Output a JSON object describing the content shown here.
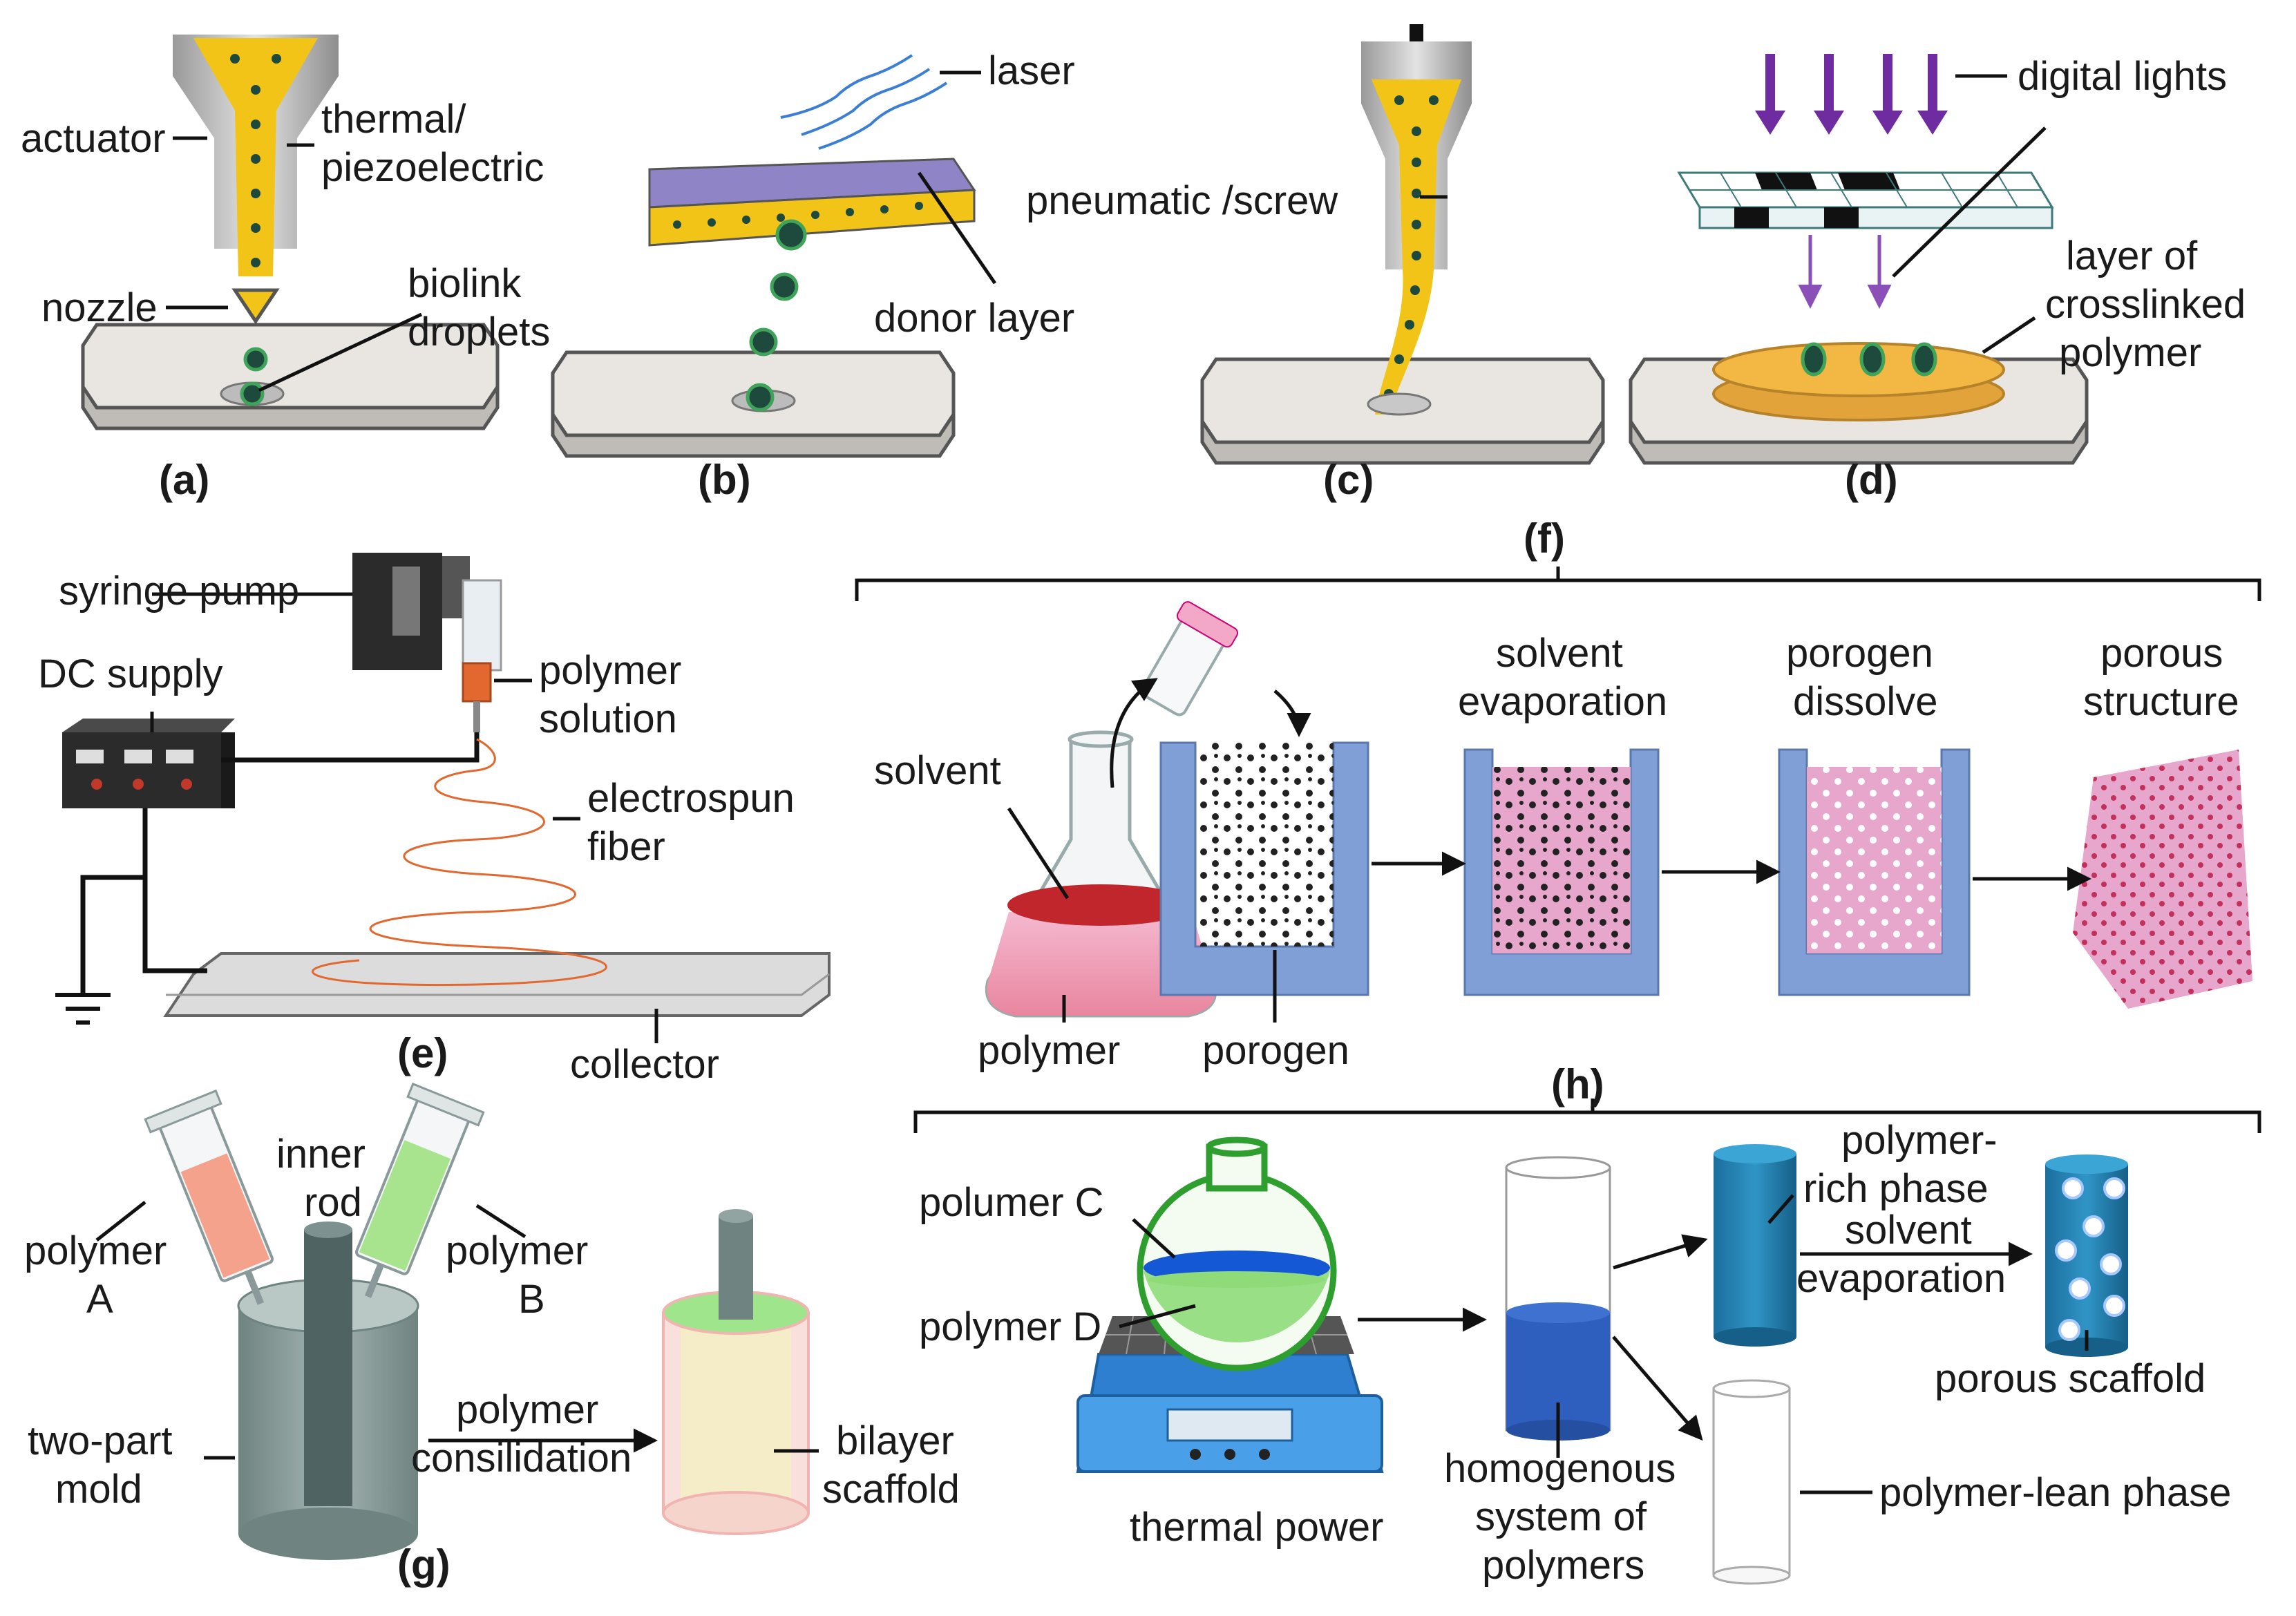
{
  "panels": {
    "a": {
      "tag": "(a)",
      "actuator": "actuator",
      "thermal_1": "thermal/",
      "thermal_2": "piezoelectric",
      "nozzle": "nozzle",
      "biolink_1": "biolink",
      "biolink_2": "droplets"
    },
    "b": {
      "tag": "(b)",
      "laser": "laser",
      "donor": "donor layer"
    },
    "c": {
      "tag": "(c)",
      "pneumatic": "pneumatic /screw"
    },
    "d": {
      "tag": "(d)",
      "digital": "digital lights",
      "layer_1": "layer of",
      "layer_2": "crosslinked",
      "layer_3": "polymer"
    },
    "e": {
      "tag": "(e)",
      "pump": "syringe pump",
      "dc": "DC supply",
      "solution_1": "polymer",
      "solution_2": "solution",
      "fiber_1": "electrospun",
      "fiber_2": "fiber",
      "collector": "collector"
    },
    "f": {
      "tag": "(f)",
      "solvent": "solvent",
      "polymer": "polymer",
      "porogen": "porogen",
      "evap_1": "solvent",
      "evap_2": "evaporation",
      "diss_1": "porogen",
      "diss_2": "dissolve",
      "porous_1": "porous",
      "porous_2": "structure"
    },
    "g": {
      "tag": "(g)",
      "inner_1": "inner",
      "inner_2": "rod",
      "polyA_1": "polymer",
      "polyA_2": "A",
      "polyB_1": "polymer",
      "polyB_2": "B",
      "mold_1": "two-part",
      "mold_2": "mold",
      "consol_1": "polymer",
      "consol_2": "consilidation",
      "bilayer_1": "bilayer",
      "bilayer_2": "scaffold"
    },
    "h": {
      "tag": "(h)",
      "polyC": "polumer C",
      "polyD": "polymer D",
      "thermal": "thermal power",
      "homog_1": "homogenous",
      "homog_2": "system of",
      "homog_3": "polymers",
      "rich_1": "polymer-",
      "rich_2": "rich phase",
      "rich_3": "solvent",
      "rich_4": "evaporation",
      "scaffold": "porous scaffold",
      "lean": "polymer-lean phase"
    }
  },
  "colors": {
    "ink_yellow": "#f2c418",
    "cell_dark": "#1d4a3c",
    "cell_green": "#3fa35a",
    "slide": "#e9e6e2",
    "mold_blue": "#7f9fd6",
    "mold_pink": "#e7a6cc",
    "fiber": "#e2682f",
    "gel_amber": "#f2b843",
    "blue_col": "#1e73a8",
    "flask_green": "#2e9e2e"
  }
}
